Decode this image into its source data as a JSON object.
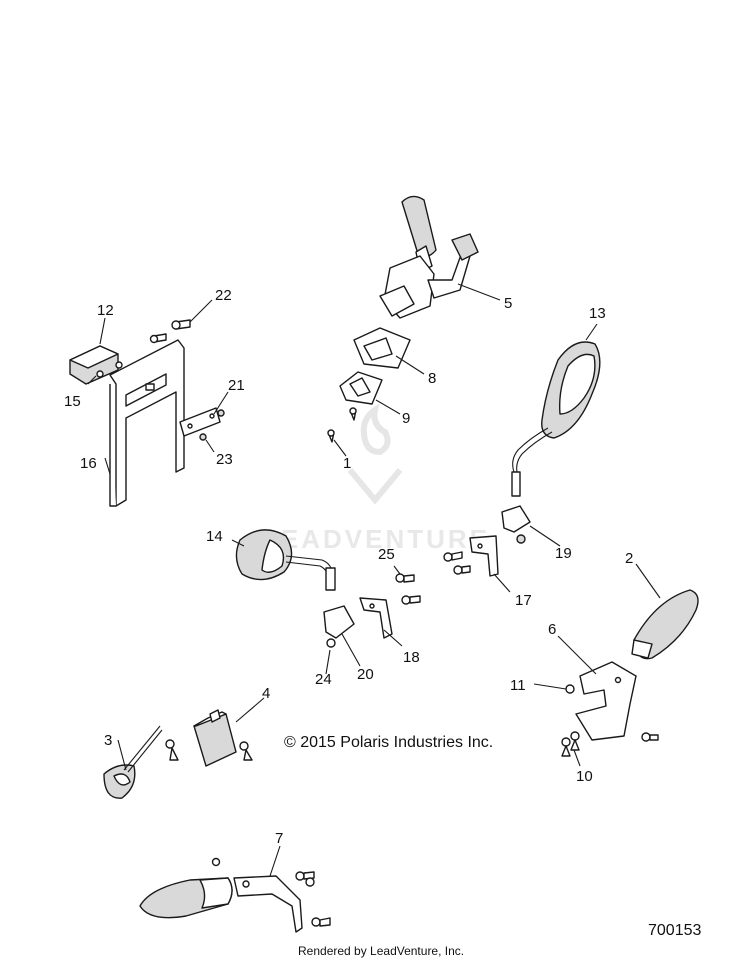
{
  "diagram": {
    "copyright": "© 2015 Polaris Industries Inc.",
    "figure_number": "700153",
    "rendered_by": "Rendered by LeadVenture, Inc.",
    "watermark": "LEADVENTURE",
    "callouts": {
      "c1": "1",
      "c2": "2",
      "c3": "3",
      "c4": "4",
      "c5": "5",
      "c6": "6",
      "c7": "7",
      "c8": "8",
      "c9": "9",
      "c10": "10",
      "c11": "11",
      "c12": "12",
      "c13": "13",
      "c14": "14",
      "c15": "15",
      "c16": "16",
      "c17": "17",
      "c18": "18",
      "c19": "19",
      "c20": "20",
      "c21": "21",
      "c22": "22",
      "c23": "23",
      "c24": "24",
      "c25": "25"
    }
  }
}
